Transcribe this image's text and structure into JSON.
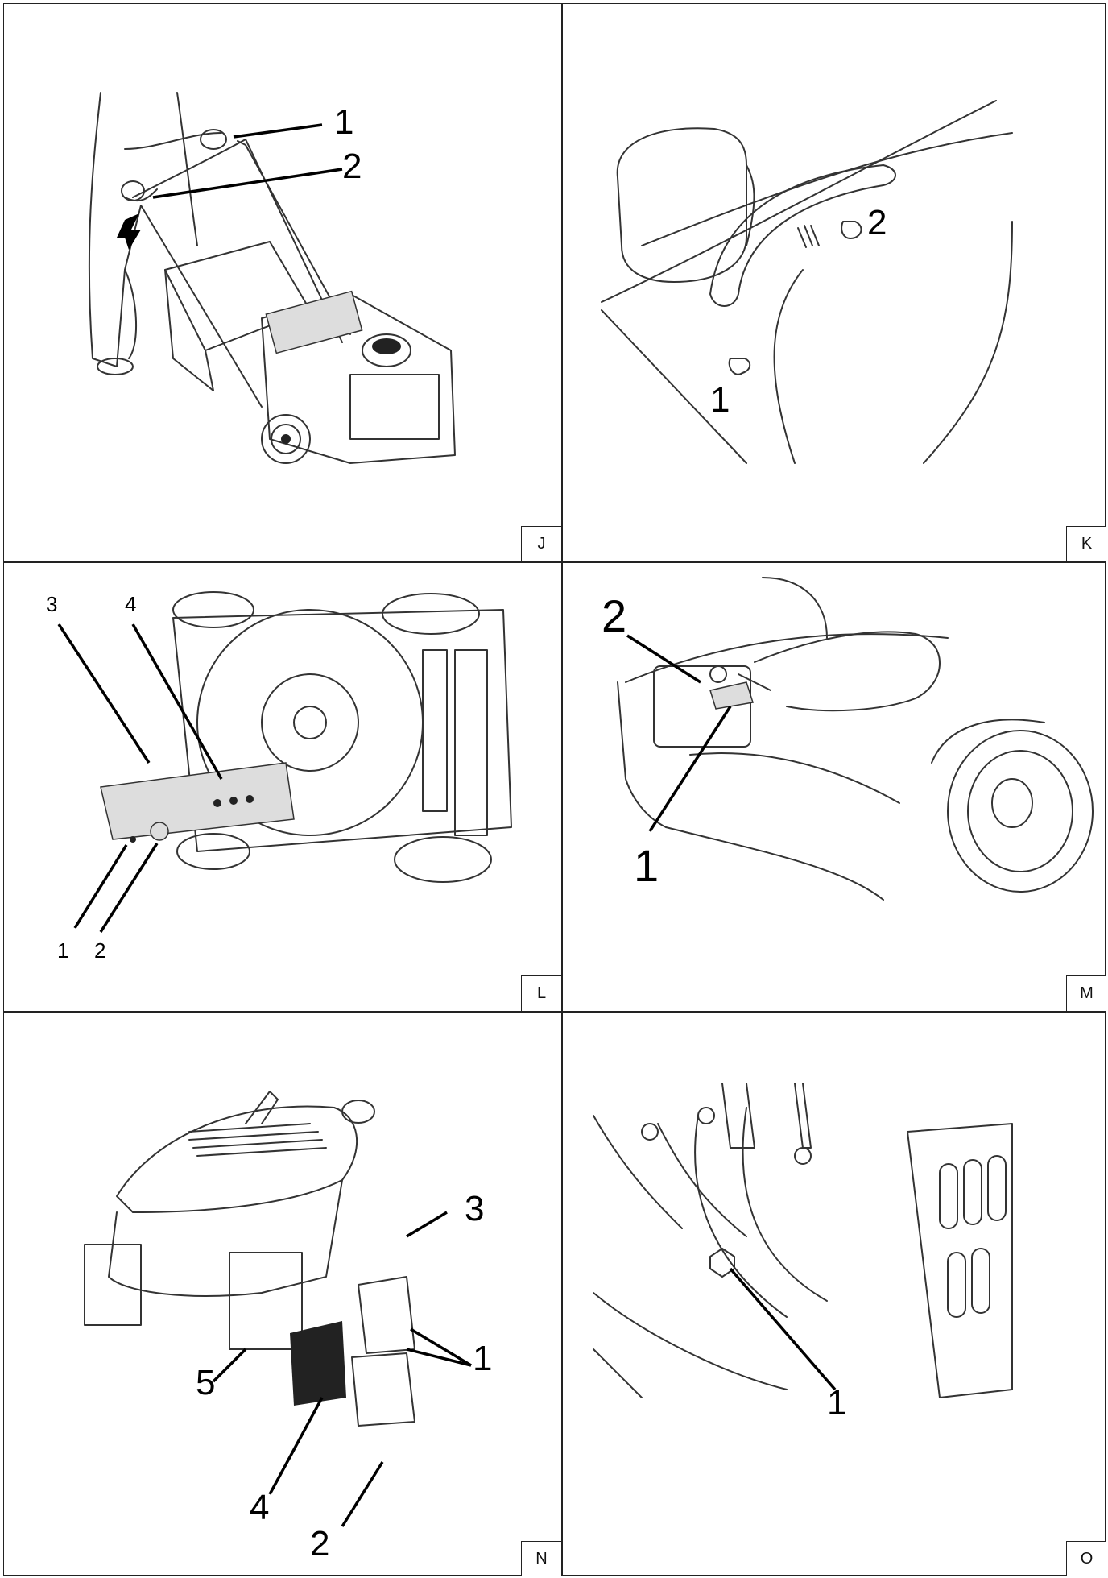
{
  "panels": {
    "J": {
      "letter": "J",
      "callouts": [
        "1",
        "2"
      ]
    },
    "K": {
      "letter": "K",
      "callouts": [
        "1",
        "2"
      ]
    },
    "L": {
      "letter": "L",
      "callouts": [
        "1",
        "2",
        "3",
        "4"
      ]
    },
    "M": {
      "letter": "M",
      "callouts": [
        "1",
        "2"
      ]
    },
    "N": {
      "letter": "N",
      "callouts": [
        "1",
        "2",
        "3",
        "4",
        "5"
      ]
    },
    "O": {
      "letter": "O",
      "callouts": [
        "1"
      ]
    }
  },
  "icons": [
    "mower-push-illustration",
    "throttle-lever-illustration",
    "blade-assembly-illustration",
    "fuel-cap-illustration",
    "air-filter-illustration",
    "oil-drain-illustration"
  ]
}
